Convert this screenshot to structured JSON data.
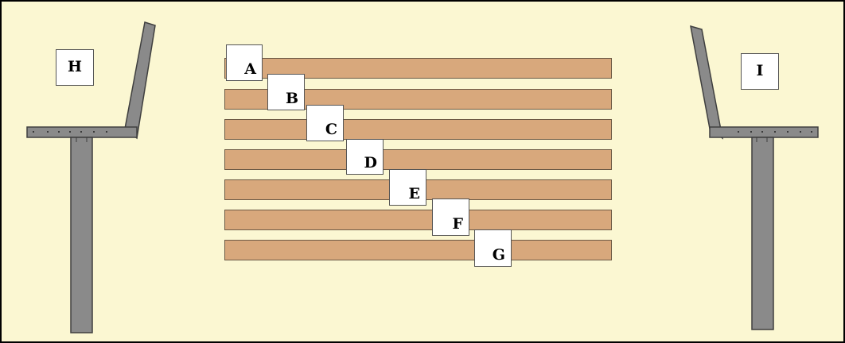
{
  "colors": {
    "background": "#FBF7D2",
    "plank": "#D8A87C",
    "frame_metal": "#8a8a8a",
    "frame_edge": "#3f3f3f",
    "border": "#000000"
  },
  "planks": [
    {
      "label": "A"
    },
    {
      "label": "B"
    },
    {
      "label": "C"
    },
    {
      "label": "D"
    },
    {
      "label": "E"
    },
    {
      "label": "F"
    },
    {
      "label": "G"
    }
  ],
  "frames": {
    "left": {
      "label": "H"
    },
    "right": {
      "label": "I"
    }
  }
}
